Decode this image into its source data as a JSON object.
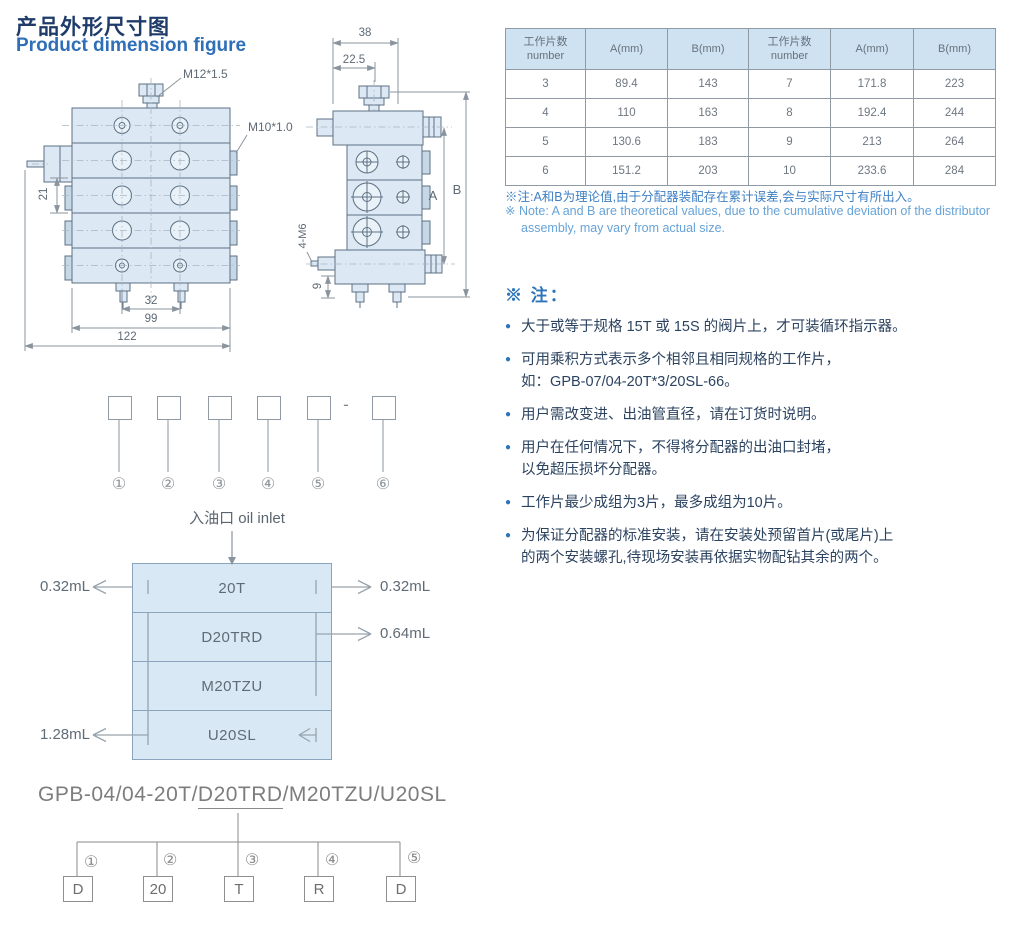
{
  "header": {
    "title_zh": "产品外形尺寸图",
    "title_en": "Product dimension figure"
  },
  "front_view": {
    "labels": {
      "m12": "M12*1.5",
      "m10": "M10*1.0",
      "d21": "21",
      "d32": "32",
      "d99": "99",
      "d122": "122"
    }
  },
  "side_view": {
    "labels": {
      "d38": "38",
      "d22_5": "22.5",
      "a": "A",
      "b": "B",
      "m6": "4-M6",
      "d9": "9"
    }
  },
  "dimension_table": {
    "headers": [
      "工作片数\nnumber",
      "A(mm)",
      "B(mm)",
      "工作片数\nnumber",
      "A(mm)",
      "B(mm)"
    ],
    "rows": [
      [
        "3",
        "89.4",
        "143",
        "7",
        "171.8",
        "223"
      ],
      [
        "4",
        "110",
        "163",
        "8",
        "192.4",
        "244"
      ],
      [
        "5",
        "130.6",
        "183",
        "9",
        "213",
        "264"
      ],
      [
        "6",
        "151.2",
        "203",
        "10",
        "233.6",
        "284"
      ]
    ]
  },
  "table_note": {
    "zh": "※注:A和B为理论值,由于分配器装配存在累计误差,会与实际尺寸有所出入。",
    "en": "※ Note: A and B are theoretical values, due to the cumulative deviation of the distributor assembly, may vary from actual size."
  },
  "notes_list": {
    "heading": "※ 注：",
    "items": [
      "大于或等于规格 15T 或 15S 的阀片上，才可装循环指示器。",
      "可用乘积方式表示多个相邻且相同规格的工作片，\n如：GPB-07/04-20T*3/20SL-66。",
      "用户需改变进、出油管直径，请在订货时说明。",
      "用户在任何情况下，不得将分配器的出油口封堵，\n以免超压损坏分配器。",
      "工作片最少成组为3片，最多成组为10片。",
      "为保证分配器的标准安装，请在安装处预留首片(或尾片)上\n的两个安装螺孔,待现场安装再依据实物配钻其余的两个。"
    ]
  },
  "order_code": {
    "circled": [
      "①",
      "②",
      "③",
      "④",
      "⑤",
      "⑥"
    ],
    "dash": "-",
    "inlet_label": "入油口 oil inlet"
  },
  "flow_diagram": {
    "rows": [
      "20T",
      "D20TRD",
      "M20TZU",
      "U20SL"
    ],
    "out_left_top": "0.32mL",
    "out_right_top": "0.32mL",
    "out_right_mid": "0.64mL",
    "out_left_bottom": "1.28mL"
  },
  "model_code": {
    "prefix": "GPB-04/04-20T/",
    "underlined": "D20TRD",
    "suffix": "/M20TZU/U20SL",
    "circled": [
      "①",
      "②",
      "③",
      "④",
      "⑤"
    ],
    "boxes": [
      "D",
      "20",
      "T",
      "R",
      "D"
    ]
  },
  "colors": {
    "title_navy": "#1f3b69",
    "accent_blue": "#2f6fb8",
    "table_header_bg": "#cfe2f1",
    "drawing_fill": "#dce9f5",
    "note_blue": "#3f80c4",
    "dim_gray": "#8a949e"
  }
}
